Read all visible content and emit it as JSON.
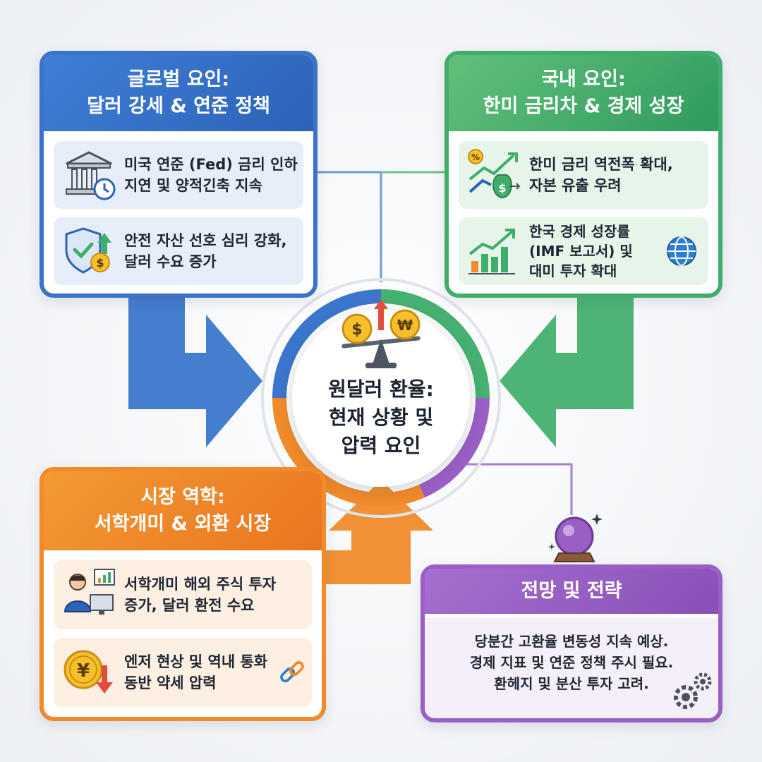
{
  "center": {
    "title_lines": [
      "원달러 환율:",
      "현재 상황 및",
      "압력 요인"
    ]
  },
  "global": {
    "title_lines": [
      "글로벌 요인:",
      "달러 강세 & 연준 정책"
    ],
    "items": [
      {
        "icon": "bank-clock-icon",
        "lines": [
          "미국 연준 (Fed) 금리 인하",
          "지연 및 양적긴축 지속"
        ]
      },
      {
        "icon": "shield-dollar-icon",
        "lines": [
          "안전 자산 선호 심리 강화,",
          "달러 수요 증가"
        ]
      }
    ]
  },
  "domestic": {
    "title_lines": [
      "국내 요인:",
      "한미 금리차 & 경제 성장"
    ],
    "items": [
      {
        "icon": "rate-gap-money-icon",
        "lines": [
          "한미 금리 역전폭 확대,",
          "자본 유출 우려"
        ]
      },
      {
        "icon": "growth-chart-icon",
        "lines": [
          "한국 경제 성장률",
          "(IMF 보고서) 및",
          "대미 투자 확대"
        ],
        "extra_icon": "globe-icon"
      }
    ]
  },
  "market": {
    "title_lines": [
      "시장 역학:",
      "서학개미 & 외환 시장"
    ],
    "items": [
      {
        "icon": "investor-icon",
        "lines": [
          "서학개미 해외 주식 투자",
          "증가, 달러 환전 수요"
        ]
      },
      {
        "icon": "yen-down-icon",
        "lines": [
          "엔저 현상 및 역내 통화",
          "동반 약세 압력"
        ],
        "extra_icon": "chain-link-icon"
      }
    ]
  },
  "outlook": {
    "title": "전망 및 전략",
    "lines": [
      "당분간 고환율 변동성 지속 예상.",
      "경제 지표 및 연준 정책 주시 필요.",
      "환헤지 및 분산 투자 고려."
    ]
  },
  "colors": {
    "global": "#3b73c9",
    "domestic": "#3fae6b",
    "market": "#f08a2a",
    "outlook": "#9a5fc4"
  }
}
